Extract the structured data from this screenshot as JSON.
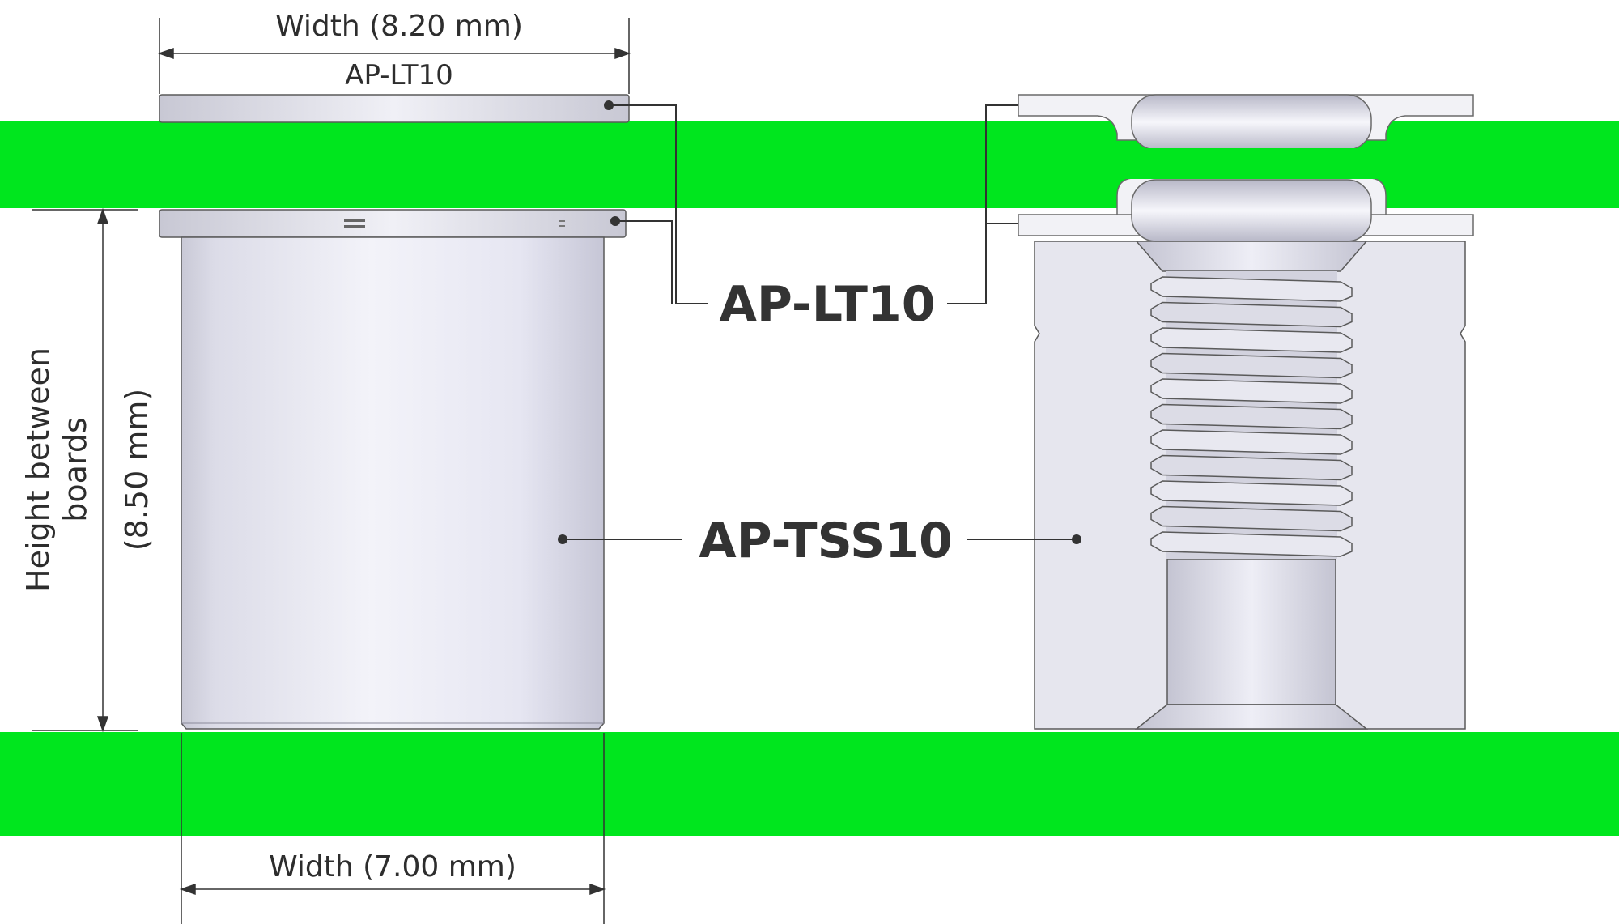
{
  "colors": {
    "board": "#00e61e",
    "metal_light": "#f1f1f7",
    "metal_mid": "#d9d9e4",
    "metal_dark": "#b9b9c8",
    "outline": "#4a4a4a",
    "text": "#2d2d2d"
  },
  "dimensions": {
    "top_width": "Width (8.20 mm)",
    "bottom_width": "Width (7.00 mm)",
    "height_line1": "Height between",
    "height_line2": "boards",
    "height_line3": "(8.50 mm)"
  },
  "labels": {
    "washer_small": "AP-LT10",
    "washer_callout": "AP-LT10",
    "standoff_callout": "AP-TSS10"
  }
}
